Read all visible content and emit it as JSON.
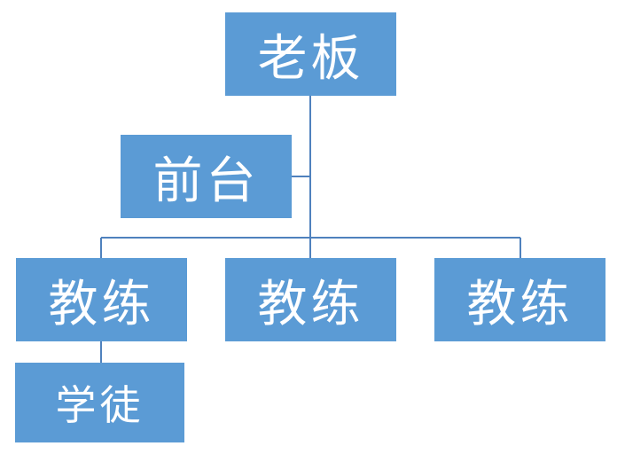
{
  "org_chart": {
    "boss": "老板",
    "reception": "前台",
    "coaches": [
      "教练",
      "教练",
      "教练"
    ],
    "apprentice": "学徒"
  },
  "colors": {
    "node_fill": "#5b9bd5",
    "node_text": "#ffffff",
    "connector": "#4f81bd"
  }
}
